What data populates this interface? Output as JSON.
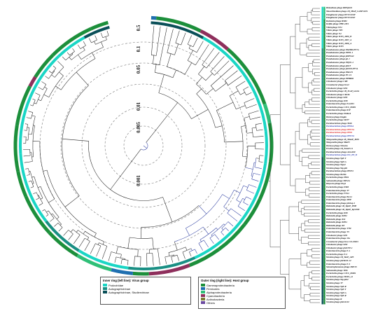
{
  "colors": {
    "inner": {
      "Podoviridae": "#1ad6c5",
      "Autographivirinae": "#1a8f84",
      "Autographivirinae, Studiervirinae": "#0a4f58"
    },
    "outer": {
      "Gammaproteobacteria": "#1c8f3b",
      "Firmicutes": "#1f6fb0",
      "Alphaproteobacteria": "#2fbf77",
      "Cyanobacteria": "#8e2f5c",
      "Actinobacteria": "#7c7c34",
      "Others": "#6b4aa0"
    },
    "branch_default": "#222222",
    "branch_highlight": "#2a3b9f",
    "label_red": "#d81b1b",
    "label_blue": "#2a3bb0",
    "label_default": "#111111"
  },
  "scale_labels": [
    "0.001",
    "0.005",
    "0.01",
    "0.05",
    "0.1",
    "0.5"
  ],
  "legend_inner": {
    "title": "Inner ring (left line): Virus group",
    "items": [
      {
        "label": "Podoviridae",
        "color": "#1ad6c5"
      },
      {
        "label": "Autographivirinae",
        "color": "#1a8f84"
      },
      {
        "label": "Autographivirinae, Studiervirinae",
        "color": "#0a4f58"
      }
    ]
  },
  "legend_outer": {
    "title": "Outer ring (right line): Host group",
    "items": [
      {
        "label": "Gammaproteobacteria",
        "color": "#1c8f3b"
      },
      {
        "label": "Firmicutes",
        "color": "#1f6fb0"
      },
      {
        "label": "Alphaproteobacteria",
        "color": "#2fbf77"
      },
      {
        "label": "Cyanobacteria",
        "color": "#8e2f5c"
      },
      {
        "label": "Actinobacteria",
        "color": "#7c7c34"
      },
      {
        "label": "Others",
        "color": "#6b4aa0"
      }
    ]
  },
  "tips": [
    {
      "label": "Rhizobium phage RHEph01",
      "inner": "Podoviridae",
      "outer": "Alphaproteobacteria"
    },
    {
      "label": "Mesorhizobium phage vB_MloP_Lo5R7ANS",
      "inner": "Podoviridae",
      "outer": "Alphaproteobacteria"
    },
    {
      "label": "Pelagibacter phage HTVC019P",
      "inner": "Podoviridae",
      "outer": "Alphaproteobacteria"
    },
    {
      "label": "Pelagibacter phage HTVC011P",
      "inner": "Podoviridae",
      "outer": "Alphaproteobacteria"
    },
    {
      "label": "Ralstonia phage RSB2",
      "inner": "Podoviridae",
      "outer": "Gammaproteobacteria"
    },
    {
      "label": "Delftia phage PHE-DE1",
      "inner": "Podoviridae",
      "outer": "Gammaproteobacteria"
    },
    {
      "label": "Vibriophage VP4",
      "inner": "Podoviridae",
      "outer": "Gammaproteobacteria"
    },
    {
      "label": "Vibrio phage VP3",
      "inner": "Podoviridae",
      "outer": "Gammaproteobacteria"
    },
    {
      "label": "Vibrio phage N4",
      "inner": "Podoviridae",
      "outer": "Gammaproteobacteria"
    },
    {
      "label": "Vibrio phage ICP3_2009_B",
      "inner": "Podoviridae",
      "outer": "Gammaproteobacteria"
    },
    {
      "label": "Vibrio phage ICP3_2007_A",
      "inner": "Podoviridae",
      "outer": "Gammaproteobacteria"
    },
    {
      "label": "Vibrio phage ICP3_2008_A",
      "inner": "Podoviridae",
      "outer": "Gammaproteobacteria"
    },
    {
      "label": "Vibrio phage ICP3",
      "inner": "Podoviridae",
      "outer": "Gammaproteobacteria"
    },
    {
      "label": "Pseudomonas phage PhiIBB-PF7A",
      "inner": "Autographivirinae",
      "outer": "Gammaproteobacteria"
    },
    {
      "label": "Pseudomonas phage PPPL-1",
      "inner": "Autographivirinae",
      "outer": "Gammaproteobacteria"
    },
    {
      "label": "Pseudomonas phage phiPSA2",
      "inner": "Autographivirinae",
      "outer": "Gammaproteobacteria"
    },
    {
      "label": "Pseudomonas phage gh-1",
      "inner": "Autographivirinae",
      "outer": "Gammaproteobacteria"
    },
    {
      "label": "Pseudomonas phage PPpW-4",
      "inner": "Autographivirinae",
      "outer": "Gammaproteobacteria"
    },
    {
      "label": "Pseudomonas phage phi15",
      "inner": "Autographivirinae",
      "outer": "Gammaproteobacteria"
    },
    {
      "label": "Pseudomonas phage phiNB-PF7A",
      "inner": "Autographivirinae",
      "outer": "Gammaproteobacteria"
    },
    {
      "label": "Pseudomonas phage PhiGT1",
      "inner": "Autographivirinae",
      "outer": "Gammaproteobacteria"
    },
    {
      "label": "Pseudomonas phage PC-14",
      "inner": "Autographivirinae",
      "outer": "Gammaproteobacteria"
    },
    {
      "label": "Pseudomonas phage PPBR02",
      "inner": "Autographivirinae",
      "outer": "Gammaproteobacteria"
    },
    {
      "label": "Citrobacter phage CR8",
      "inner": "Autographivirinae",
      "outer": "Gammaproteobacteria"
    },
    {
      "label": "Cronobacter phage Dev2",
      "inner": "Autographivirinae",
      "outer": "Gammaproteobacteria"
    },
    {
      "label": "Citrobacter phage SH4",
      "inner": "Autographivirinae",
      "outer": "Gammaproteobacteria"
    },
    {
      "label": "Escherichia phage vB_EcoP_GA2A",
      "inner": "Autographivirinae",
      "outer": "Gammaproteobacteria"
    },
    {
      "label": "Citrobacter phage CR44b",
      "inner": "Autographivirinae",
      "outer": "Gammaproteobacteria"
    },
    {
      "label": "Citrobacter phage SH3",
      "inner": "Autographivirinae",
      "outer": "Gammaproteobacteria"
    },
    {
      "label": "Escherichia phage K30",
      "inner": "Autographivirinae",
      "outer": "Gammaproteobacteria"
    },
    {
      "label": "Enterobacteria phage EcoDS1",
      "inner": "Autographivirinae",
      "outer": "Gammaproteobacteria"
    },
    {
      "label": "Escherichia phage CICC_80001",
      "inner": "Autographivirinae",
      "outer": "Gammaproteobacteria"
    },
    {
      "label": "Enterobacteria phage K1F",
      "inner": "Autographivirinae",
      "outer": "Gammaproteobacteria"
    },
    {
      "label": "Escherichia phage Pollock",
      "inner": "Autographivirinae",
      "outer": "Gammaproteobacteria"
    },
    {
      "label": "Dickeya phage Dagda",
      "inner": "Autographivirinae",
      "outer": "Gammaproteobacteria"
    },
    {
      "label": "Escherichia phage SRT7",
      "inner": "Autographivirinae",
      "outer": "Gammaproteobacteria"
    },
    {
      "label": "Pectobacterium phage MA6",
      "inner": "Autographivirinae",
      "outer": "Gammaproteobacteria"
    },
    {
      "label": "Pectobacterium phage PP81A",
      "inner": "Autographivirinae",
      "outer": "Gammaproteobacteria",
      "style": "blue"
    },
    {
      "label": "Pectobacterium phage PPWS4",
      "inner": "Autographivirinae",
      "outer": "Gammaproteobacteria",
      "style": "red"
    },
    {
      "label": "Pectobacterium phage PP81",
      "inner": "Autographivirinae",
      "outer": "Gammaproteobacteria",
      "style": "red"
    },
    {
      "label": "Pectobacterium phage PPWS1",
      "inner": "Autographivirinae",
      "outer": "Gammaproteobacteria",
      "style": "blue"
    },
    {
      "label": "Morganella phage vB_MmoP_MP2",
      "inner": "Autographivirinae",
      "outer": "Gammaproteobacteria"
    },
    {
      "label": "Morganella phage MmP1",
      "inner": "Autographivirinae",
      "outer": "Gammaproteobacteria"
    },
    {
      "label": "Dickeya phage Ninurta",
      "inner": "Autographivirinae",
      "outer": "Gammaproteobacteria"
    },
    {
      "label": "Erwinia phage vB_EamP-L1",
      "inner": "Autographivirinae",
      "outer": "Gammaproteobacteria"
    },
    {
      "label": "Pectobacterium phage Arno160",
      "inner": "Autographivirinae",
      "outer": "Gammaproteobacteria"
    },
    {
      "label": "Pectobacterium phage DU_PP_II",
      "inner": "Autographivirinae",
      "outer": "Gammaproteobacteria",
      "style": "blue"
    },
    {
      "label": "Yersinia phage YpP-Y",
      "inner": "Autographivirinae, Studiervirinae",
      "outer": "Gammaproteobacteria"
    },
    {
      "label": "Yersinia phage YpP-G",
      "inner": "Autographivirinae, Studiervirinae",
      "outer": "Gammaproteobacteria"
    },
    {
      "label": "Yersinia phage Yepe2",
      "inner": "Autographivirinae, Studiervirinae",
      "outer": "Gammaproteobacteria"
    },
    {
      "label": "Yersinia phage Yep-phi",
      "inner": "Autographivirinae, Studiervirinae",
      "outer": "Gammaproteobacteria"
    },
    {
      "label": "Pectobacterium phage PP074",
      "inner": "Autographivirinae, Studiervirinae",
      "outer": "Gammaproteobacteria"
    },
    {
      "label": "Yersinia phage Berlin",
      "inner": "Autographivirinae, Studiervirinae",
      "outer": "Gammaproteobacteria"
    },
    {
      "label": "Escherichia phage P694",
      "inner": "Autographivirinae, Studiervirinae",
      "outer": "Gammaproteobacteria"
    },
    {
      "label": "Salmonella phage BP12A",
      "inner": "Autographivirinae, Studiervirinae",
      "outer": "Gammaproteobacteria"
    },
    {
      "label": "Kluyvera phage Kvp1",
      "inner": "Autographivirinae, Studiervirinae",
      "outer": "Gammaproteobacteria"
    },
    {
      "label": "Escherichia phage P483",
      "inner": "Autographivirinae, Studiervirinae",
      "outer": "Gammaproteobacteria"
    },
    {
      "label": "Enterobacteria phage T7",
      "inner": "Autographivirinae, Studiervirinae",
      "outer": "Gammaproteobacteria"
    },
    {
      "label": "Escherichia phage FE44",
      "inner": "Autographivirinae, Studiervirinae",
      "outer": "Gammaproteobacteria"
    },
    {
      "label": "Enterobacteria phage BA14",
      "inner": "Autographivirinae, Studiervirinae",
      "outer": "Gammaproteobacteria"
    },
    {
      "label": "Enterobacteria phage 285P",
      "inner": "Autographivirinae, Studiervirinae",
      "outer": "Gammaproteobacteria"
    },
    {
      "label": "Enterobacteria phage phiLap-1",
      "inner": "Autographivirinae, Studiervirinae",
      "outer": "Gammaproteobacteria"
    },
    {
      "label": "Klebsiella phage vB_KpnP_IP08",
      "inner": "Autographivirinae, Studiervirinae",
      "outer": "Gammaproteobacteria"
    },
    {
      "label": "Klebsiella phage vB_KpnP_KpV289",
      "inner": "Autographivirinae, Studiervirinae",
      "outer": "Gammaproteobacteria"
    },
    {
      "label": "Escherichia phage K30",
      "inner": "Autographivirinae, Studiervirinae",
      "outer": "Gammaproteobacteria"
    },
    {
      "label": "Klebsiella phage KP32",
      "inner": "Autographivirinae, Studiervirinae",
      "outer": "Gammaproteobacteria"
    },
    {
      "label": "Klebsiella phage K11",
      "inner": "Autographivirinae, Studiervirinae",
      "outer": "Gammaproteobacteria"
    },
    {
      "label": "Klebsiella phage KP34",
      "inner": "Autographivirinae, Studiervirinae",
      "outer": "Gammaproteobacteria"
    },
    {
      "label": "Klebsiella phage K5",
      "inner": "Autographivirinae, Studiervirinae",
      "outer": "Gammaproteobacteria"
    },
    {
      "label": "Enterobacteria phage T7M",
      "inner": "Autographivirinae, Studiervirinae",
      "outer": "Gammaproteobacteria"
    },
    {
      "label": "Enterobacteria phage T3",
      "inner": "Autographivirinae, Studiervirinae",
      "outer": "Gammaproteobacteria"
    },
    {
      "label": "Citrobacter phage SH1",
      "inner": "Autographivirinae, Studiervirinae",
      "outer": "Gammaproteobacteria"
    },
    {
      "label": "Enterobacteria phage 13a",
      "inner": "Autographivirinae, Studiervirinae",
      "outer": "Gammaproteobacteria"
    },
    {
      "label": "Cronobacter phage Dev-CD-23823",
      "inner": "Autographivirinae, Studiervirinae",
      "outer": "Gammaproteobacteria"
    },
    {
      "label": "Citrobacter phage SH2",
      "inner": "Autographivirinae, Studiervirinae",
      "outer": "Gammaproteobacteria"
    },
    {
      "label": "Citrobacter phage phiCFP-1",
      "inner": "Autographivirinae, Studiervirinae",
      "outer": "Gammaproteobacteria"
    },
    {
      "label": "Enterobacteria phage E-4",
      "inner": "Autographivirinae, Studiervirinae",
      "outer": "Gammaproteobacteria"
    },
    {
      "label": "Escherichia phage E-2",
      "inner": "Autographivirinae, Studiervirinae",
      "outer": "Gammaproteobacteria"
    },
    {
      "label": "Yersinia phage vB_YenP_AP5",
      "inner": "Autographivirinae, Studiervirinae",
      "outer": "Gammaproteobacteria"
    },
    {
      "label": "Yersinia phage phiYeO3-12",
      "inner": "Autographivirinae, Studiervirinae",
      "outer": "Gammaproteobacteria"
    },
    {
      "label": "Enterobacteria phage E-3",
      "inner": "Autographivirinae, Studiervirinae",
      "outer": "Gammaproteobacteria"
    },
    {
      "label": "Stenotrophomonas phage IME15",
      "inner": "Autographivirinae, Studiervirinae",
      "outer": "Gammaproteobacteria"
    },
    {
      "label": "Salmonella phage Vi06",
      "inner": "Autographivirinae, Studiervirinae",
      "outer": "Gammaproteobacteria"
    },
    {
      "label": "Escherichia phage CICC_80001",
      "inner": "Autographivirinae, Studiervirinae",
      "outer": "Gammaproteobacteria"
    },
    {
      "label": "Escherichia phage HZP2_a1",
      "inner": "Autographivirinae, Studiervirinae",
      "outer": "Gammaproteobacteria"
    },
    {
      "label": "Yersinia phage Yep-phi2",
      "inner": "Autographivirinae, Studiervirinae",
      "outer": "Gammaproteobacteria"
    },
    {
      "label": "Yersinia phage T7",
      "inner": "Autographivirinae, Studiervirinae",
      "outer": "Gammaproteobacteria"
    },
    {
      "label": "Yersinia phage YpP-R",
      "inner": "Autographivirinae, Studiervirinae",
      "outer": "Gammaproteobacteria"
    },
    {
      "label": "Yersinia phage YpP-Y",
      "inner": "Autographivirinae, Studiervirinae",
      "outer": "Gammaproteobacteria"
    },
    {
      "label": "Yersinia phage YpP-G",
      "inner": "Autographivirinae, Studiervirinae",
      "outer": "Gammaproteobacteria"
    },
    {
      "label": "Yersinia phage YpP-R",
      "inner": "Autographivirinae, Studiervirinae",
      "outer": "Gammaproteobacteria"
    },
    {
      "label": "Yersinia phage R",
      "inner": "Autographivirinae, Studiervirinae",
      "outer": "Gammaproteobacteria"
    },
    {
      "label": "Yersinia phage phiA1122",
      "inner": "Autographivirinae, Studiervirinae",
      "outer": "Gammaproteobacteria"
    }
  ]
}
